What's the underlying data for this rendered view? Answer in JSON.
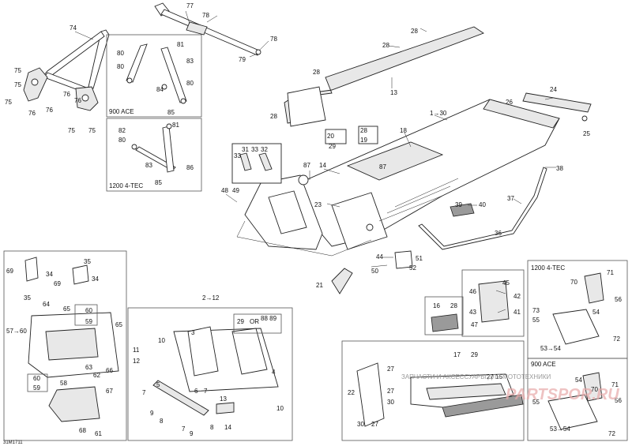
{
  "labels": {
    "l74": "74",
    "l75a": "75",
    "l75b": "75",
    "l75c": "75",
    "l75d": "75",
    "l76a": "76",
    "l76b": "76",
    "l76c": "76",
    "l76d": "76",
    "l77": "77",
    "l78a": "78",
    "l78b": "78",
    "l79": "79",
    "l81a": "81",
    "l80a": "80",
    "l83a": "83",
    "l80b": "80",
    "l84": "84",
    "l80c": "80",
    "l85a": "85",
    "l82": "82",
    "l81b": "81",
    "l80d": "80",
    "l83b": "83",
    "l86": "86",
    "l85b": "85",
    "l28a": "28",
    "l28b": "28",
    "l28c": "28",
    "l13": "13",
    "l130": "1→30",
    "l24": "24",
    "l26": "26",
    "l25": "25",
    "l20": "20",
    "l28d": "28",
    "l29a": "29",
    "l19": "19",
    "l18": "18",
    "l87a": "87",
    "l14a": "14",
    "l87b": "87",
    "l31": "31",
    "l33a": "33",
    "l32": "32",
    "l33b": "33",
    "l48": "48",
    "l49": "49",
    "l23": "23",
    "l38": "38",
    "l37": "37",
    "l39": "39",
    "l40": "40",
    "l36": "36",
    "l44": "44",
    "l50": "50",
    "l51": "51",
    "l52": "52",
    "l21": "21",
    "l35a": "35",
    "l69a": "69",
    "l34a": "34",
    "l35b": "35",
    "l34b": "34",
    "l69b": "69",
    "l64": "64",
    "l65a": "65",
    "l60a": "60",
    "l59a": "59",
    "l57": "57→60",
    "l65b": "65",
    "l63": "63",
    "l62": "62",
    "l66": "66",
    "l60b": "60",
    "l59b": "59",
    "l58": "58",
    "l67": "67",
    "l68": "68",
    "l61": "61",
    "l212": "2→12",
    "l3": "3",
    "l29b": "29",
    "l8889": "88 89",
    "l11": "11",
    "l10a": "10",
    "l12": "12",
    "l4": "4",
    "l6": "6",
    "l7a": "7",
    "l5": "5",
    "l7b": "7",
    "l9a": "9",
    "l8a": "8",
    "l13b": "13",
    "l14b": "14",
    "l7c": "7",
    "l9b": "9",
    "l8b": "8",
    "l10b": "10",
    "l45": "45",
    "l46": "46",
    "l42": "42",
    "l43": "43",
    "l41": "41",
    "l47": "47",
    "l16": "16",
    "l28e": "28",
    "l17": "17",
    "l29c": "29",
    "l27a": "27",
    "l22": "22",
    "l27b": "27",
    "l30a": "30",
    "l30b": "30",
    "l27c": "27",
    "l2715": "27 15",
    "l70a": "70",
    "l71a": "71",
    "l56a": "56",
    "l73": "73",
    "l55a": "55",
    "l54a": "54",
    "l72a": "72",
    "l5354a": "53→54",
    "l54b": "54",
    "l71b": "71",
    "l70b": "70",
    "l55b": "55",
    "l56b": "56",
    "l5354b": "53→54",
    "l72b": "72"
  },
  "box_titles": {
    "ace_upper": "900 ACE",
    "tec_upper": "1200 4-TEC",
    "tec_lower": "1200 4-TEC",
    "ace_lower": "900 ACE"
  },
  "or_text": "OR",
  "watermark_text": "ЗАПЧАСТИ И АКСЕССУАРЫ ДЛЯ МОТОТЕХНИКИ",
  "brand_text": "PARTSPOR.RU",
  "diagram_code": "31M1711"
}
